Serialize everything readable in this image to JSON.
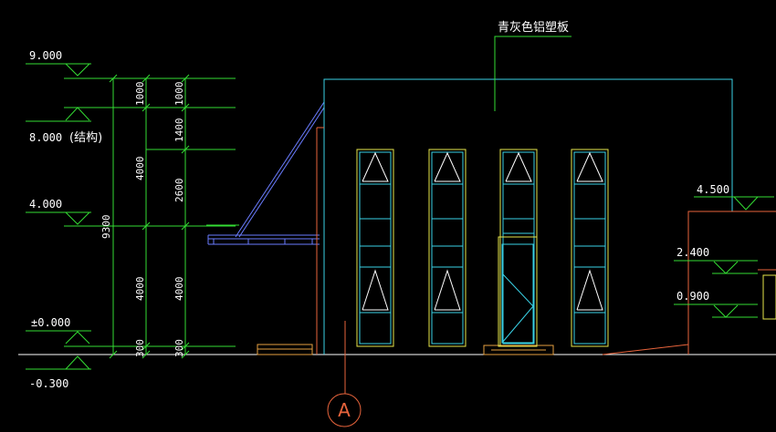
{
  "drawing": {
    "background": "#000000",
    "colors": {
      "cyan": "#3ad2e6",
      "green": "#33dd33",
      "yellow": "#e6e64a",
      "white": "#ffffff",
      "blue": "#6a7cff",
      "orange": "#e8643c"
    },
    "elevations": [
      {
        "label": "9.000",
        "value": 9.0
      },
      {
        "label": "8.000",
        "value": 8.0
      },
      {
        "label": "4.000",
        "value": 4.0
      },
      {
        "label": "±0.000",
        "value": 0.0
      },
      {
        "label": "-0.300",
        "value": -0.3
      },
      {
        "label": "4.500",
        "value": 4.5
      },
      {
        "label": "2.400",
        "value": 2.4
      },
      {
        "label": "0.900",
        "value": 0.9
      }
    ],
    "structure_note": "(结构)",
    "dims_outer": {
      "total": "9300",
      "segments": [
        "1000",
        "4000",
        "4000",
        "300"
      ]
    },
    "dims_inner": {
      "segments": [
        "1000",
        "1400",
        "2600",
        "4000",
        "300"
      ]
    },
    "material_label": "青灰色铝塑板",
    "axis_label": "A",
    "window_count": 4
  }
}
